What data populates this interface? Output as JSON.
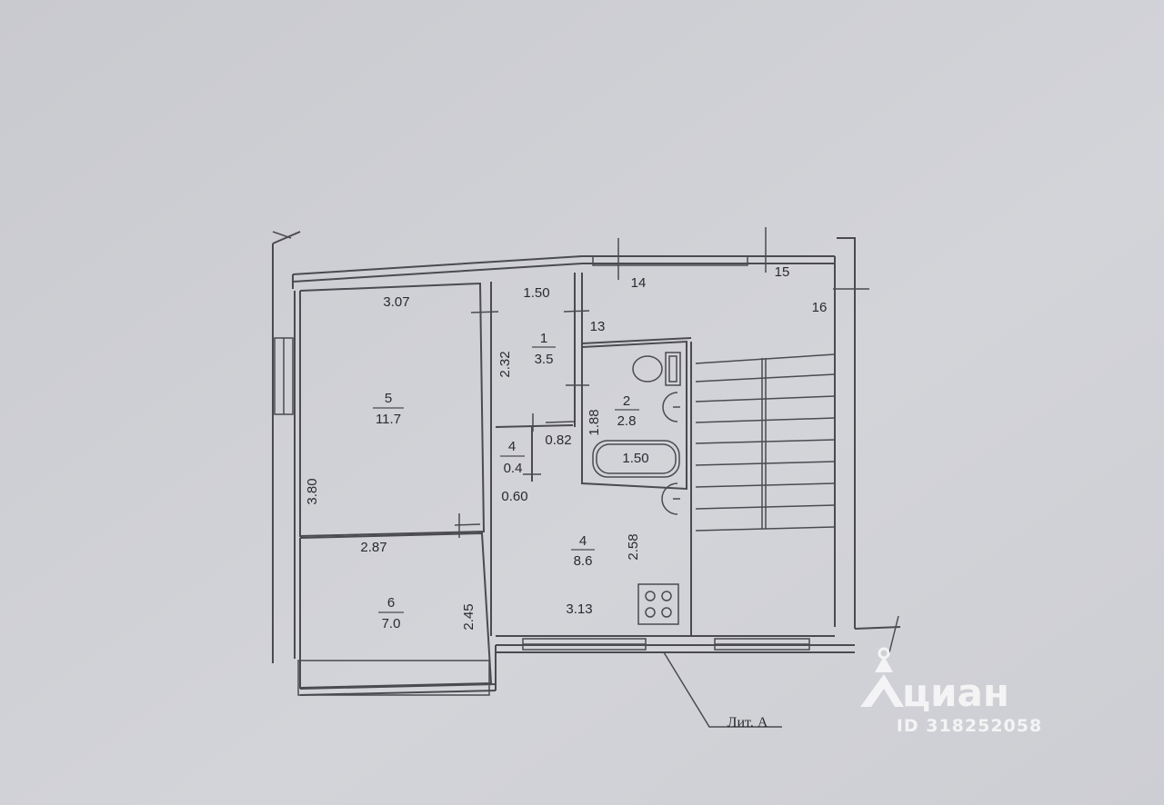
{
  "plan": {
    "wall_color": "#4a4a50",
    "paper_color": "#cfd0d5",
    "rooms": [
      {
        "id": "1",
        "number": "1",
        "area": "3.5"
      },
      {
        "id": "2",
        "number": "2",
        "area": "2.8"
      },
      {
        "id": "4a",
        "number": "4",
        "area": "0.4"
      },
      {
        "id": "4b",
        "number": "4",
        "area": "8.6"
      },
      {
        "id": "5",
        "number": "5",
        "area": "11.7"
      },
      {
        "id": "6",
        "number": "6",
        "area": "7.0"
      }
    ],
    "dimensions": {
      "d_3_07": "3.07",
      "d_1_50_top": "1.50",
      "d_2_32": "2.32",
      "d_1_88": "1.88",
      "d_0_82": "0.82",
      "d_0_60": "0.60",
      "d_1_50_bath": "1.50",
      "d_3_80": "3.80",
      "d_2_87": "2.87",
      "d_2_45": "2.45",
      "d_2_58": "2.58",
      "d_3_13": "3.13"
    },
    "axis_marks": {
      "a13": "13",
      "a14": "14",
      "a15": "15",
      "a16": "16"
    },
    "litera_label": "Лит. А"
  },
  "watermark": {
    "brand": "циан",
    "listing_id": "ID 318252058"
  }
}
